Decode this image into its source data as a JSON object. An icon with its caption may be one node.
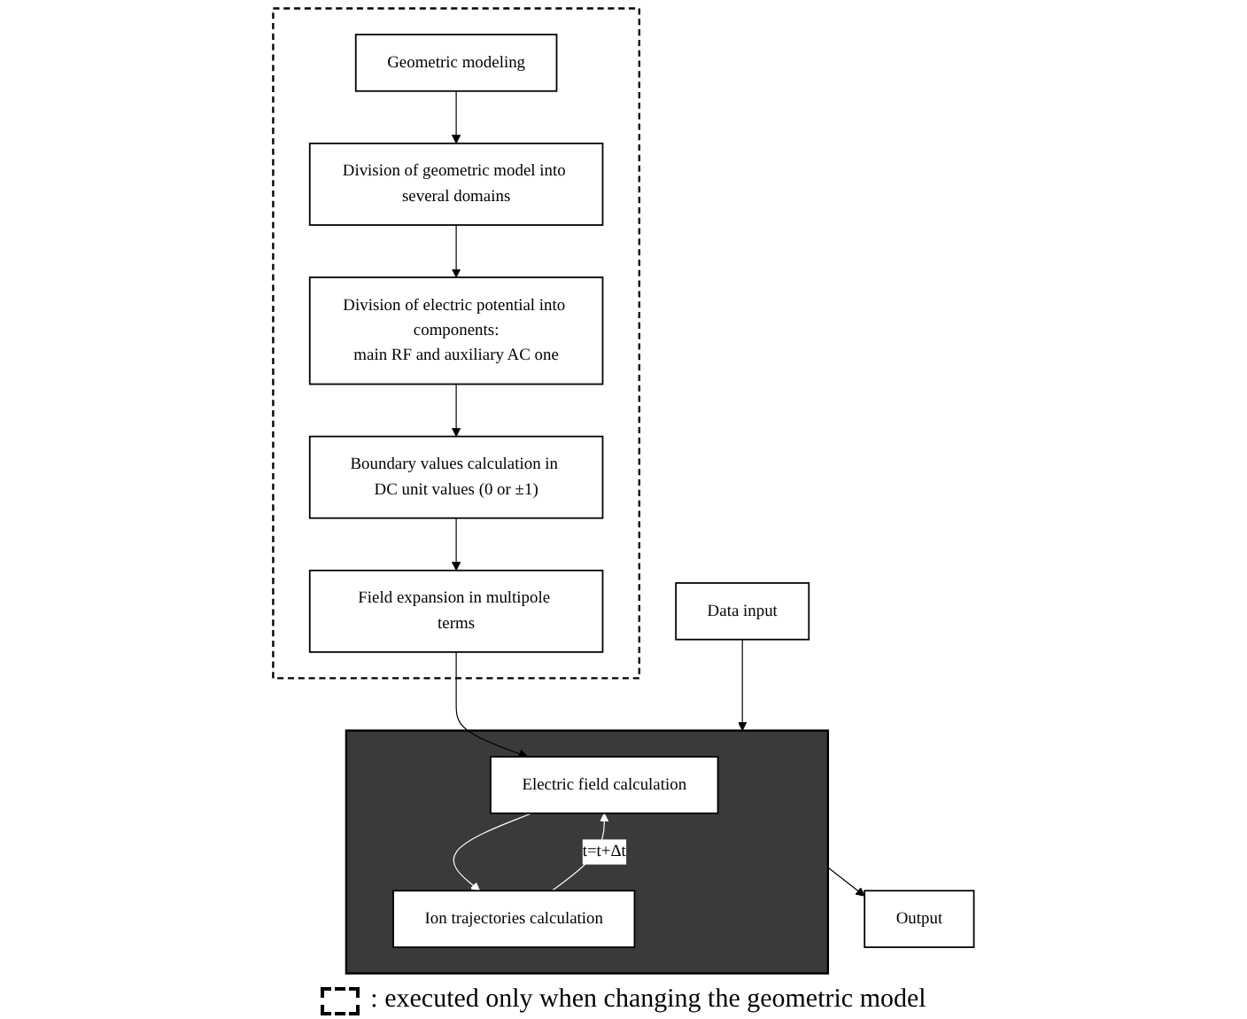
{
  "diagram": {
    "nodes": [
      {
        "text": [
          "Data input"
        ]
      },
      {
        "text": [],
        "shape": "box"
      },
      {
        "text": [
          "Electric field calculation"
        ],
        "in": 1
      },
      {
        "text": [
          "Ion trajectories calculation"
        ],
        "in": 1
      },
      {
        "text": [
          "Output"
        ]
      },
      {
        "text": [],
        "shape": "box"
      },
      {
        "text": [
          "Geometric modeling"
        ],
        "in": 5
      },
      {
        "text": [
          "Division of geometric model into several domains"
        ],
        "in": 5
      },
      {
        "text": [
          "Division of electric potential into components:",
          "main RF and auxiliary AC one"
        ],
        "in": 5
      },
      {
        "text": [
          "Boundary values calculation in DC unit values (0 or ±1)"
        ],
        "in": 5
      },
      {
        "text": [
          "Field expansion in multipole terms"
        ],
        "in": 5
      }
    ],
    "edges": [
      {
        "from": 0,
        "to": 1,
        "arrow": "to"
      },
      {
        "from": 2,
        "to": 3,
        "arrow": "to",
        "color": "#ffffff"
      },
      {
        "from": 3,
        "to": 2,
        "arrow": "to",
        "label": "t=t+Δt",
        "color": "#ffffff"
      },
      {
        "from": 1,
        "to": 4,
        "arrow": "to"
      },
      {
        "from": 6,
        "to": 7,
        "arrow": "to"
      },
      {
        "from": 7,
        "to": 8,
        "arrow": "to"
      },
      {
        "from": 8,
        "to": 9,
        "arrow": "to"
      },
      {
        "from": 9,
        "to": 10,
        "arrow": "to"
      },
      {
        "from": 10,
        "to": 2,
        "arrow": "to"
      }
    ],
    "legend": [
      {
        "text": ": executed only when changing the geometric model"
      }
    ]
  }
}
